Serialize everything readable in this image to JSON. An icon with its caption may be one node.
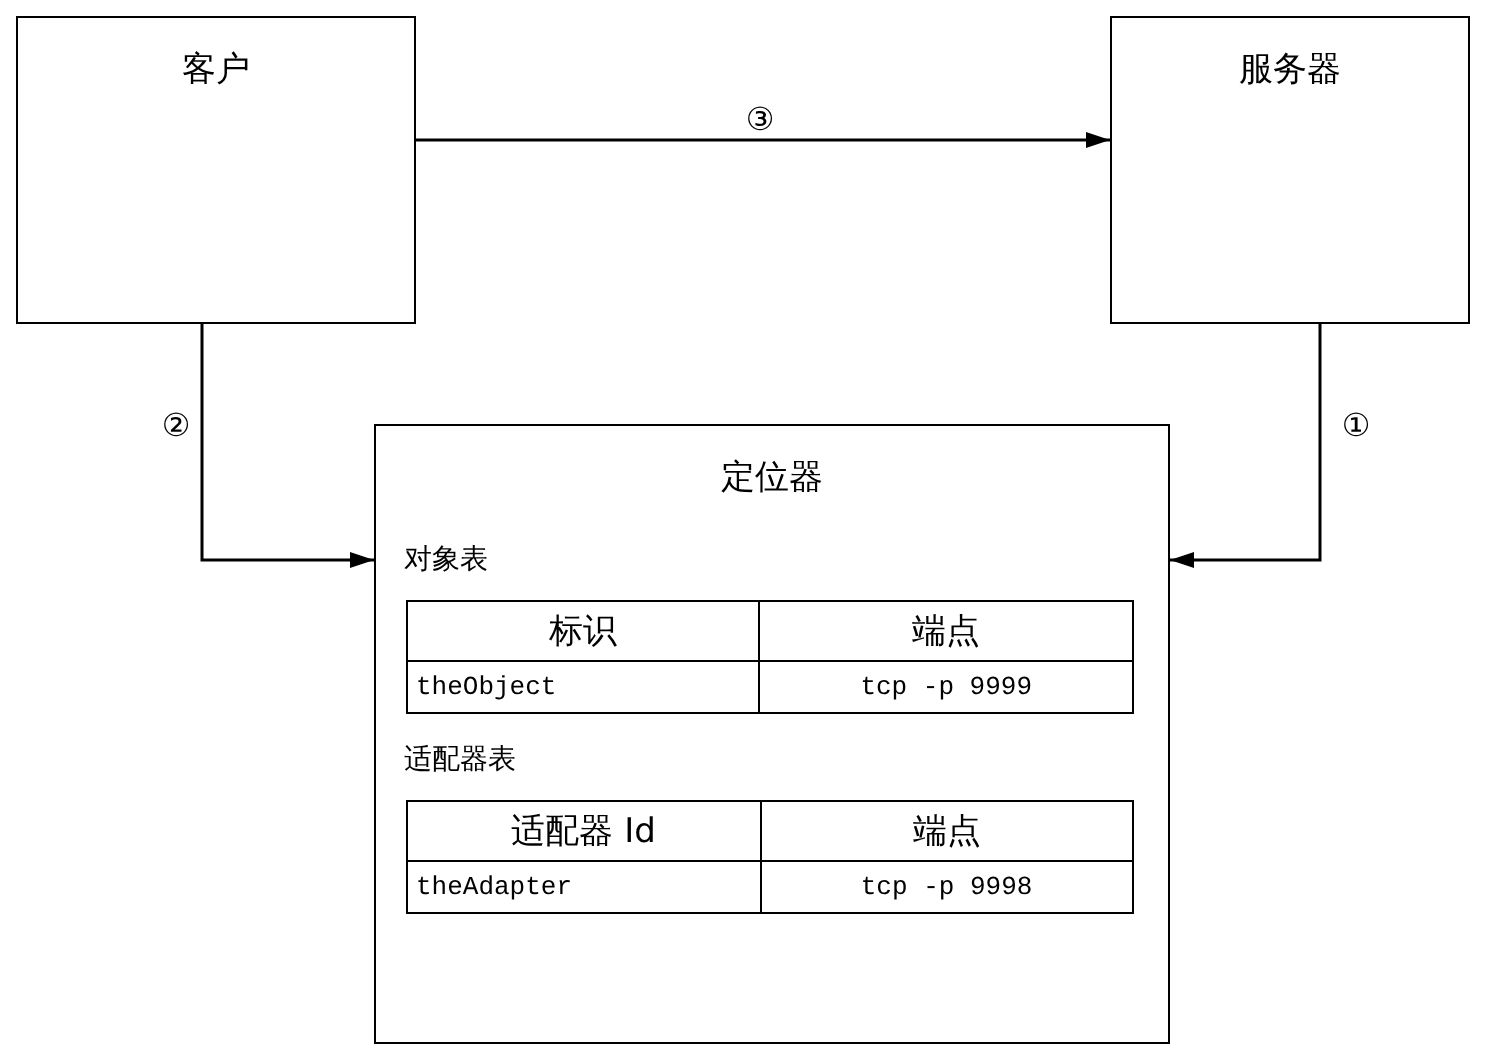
{
  "diagram": {
    "nodes": [
      {
        "text": [
          "客户"
        ]
      },
      {
        "text": [
          "服务器"
        ]
      },
      {
        "text": [
          "定位器"
        ]
      }
    ],
    "edges": [
      {
        "from": 0,
        "to": 1,
        "arrow": "to",
        "label": "③"
      },
      {
        "from": 0,
        "to": 2,
        "arrow": "to",
        "label": "②"
      },
      {
        "from": 1,
        "to": 2,
        "arrow": "to",
        "label": "①"
      }
    ],
    "labels": [
      "对象表",
      "标识",
      "端点",
      "theObject",
      "tcp -p 9999",
      "适配器表",
      "适配器 Id",
      "端点",
      "theAdapter",
      "tcp -p 9998"
    ]
  }
}
